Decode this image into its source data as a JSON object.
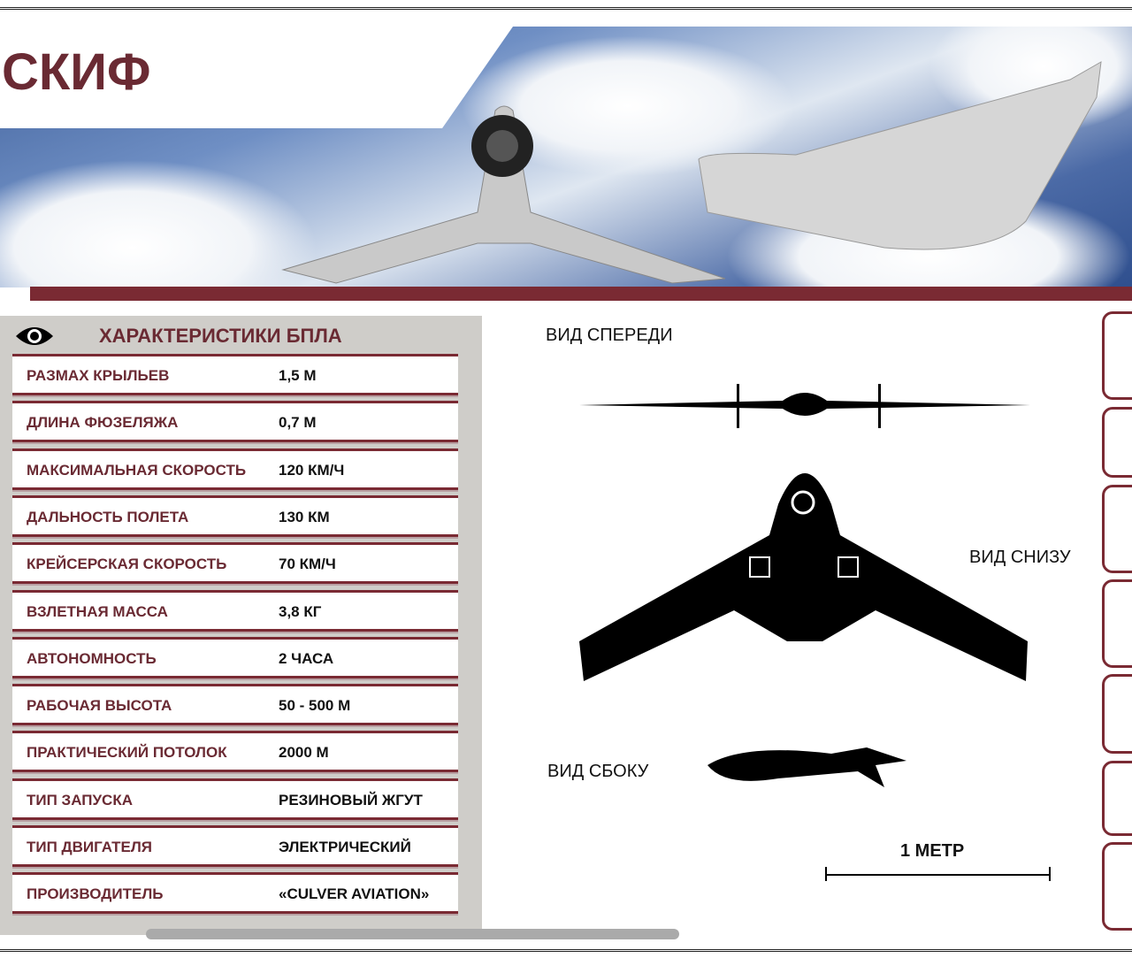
{
  "title": "СКИФ",
  "specs": {
    "heading": "ХАРАКТЕРИСТИКИ БПЛА",
    "rows": [
      {
        "label": "РАЗМАХ КРЫЛЬЕВ",
        "value": "1,5 М"
      },
      {
        "label": "ДЛИНА ФЮЗЕЛЯЖА",
        "value": "0,7 М"
      },
      {
        "label": "МАКСИМАЛЬНАЯ СКОРОСТЬ",
        "value": "120 КМ/Ч"
      },
      {
        "label": "ДАЛЬНОСТЬ ПОЛЕТА",
        "value": "130 КМ"
      },
      {
        "label": "КРЕЙСЕРСКАЯ СКОРОСТЬ",
        "value": "70 КМ/Ч"
      },
      {
        "label": "ВЗЛЕТНАЯ МАССА",
        "value": "3,8 КГ"
      },
      {
        "label": "АВТОНОМНОСТЬ",
        "value": "2 ЧАСА"
      },
      {
        "label": "РАБОЧАЯ ВЫСОТА",
        "value": "50 - 500 М"
      },
      {
        "label": "ПРАКТИЧЕСКИЙ ПОТОЛОК",
        "value": "2000 М"
      },
      {
        "label": "ТИП ЗАПУСКА",
        "value": "РЕЗИНОВЫЙ ЖГУТ"
      },
      {
        "label": "ТИП ДВИГАТЕЛЯ",
        "value": "ЭЛЕКТРИЧЕСКИЙ"
      },
      {
        "label": "ПРОИЗВОДИТЕЛЬ",
        "value": "«CULVER AVIATION»"
      }
    ]
  },
  "views": {
    "front": "ВИД СПЕРЕДИ",
    "bottom": "ВИД СНИЗУ",
    "side": "ВИД СБОКУ",
    "scale": "1 МЕТР"
  }
}
